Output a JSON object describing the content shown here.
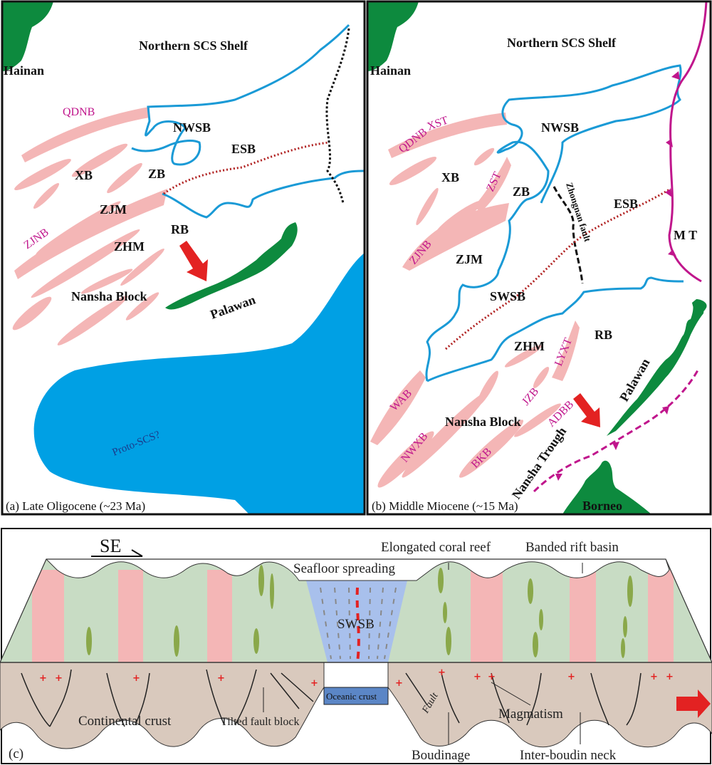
{
  "colors": {
    "basin": "#f4b6b6",
    "land": "#0d8a3e",
    "shelf_line": "#1a9ad6",
    "ocean": "#00a0e4",
    "ocean_label": "#1a3c8c",
    "esb_line": "#b02020",
    "trench": "#c0168c",
    "arrow": "#e32222",
    "platform": "#c8dcc4",
    "reef": "#8aa84a",
    "swsb": "#a8c0ec",
    "crust": "#d9c9bd",
    "oceanic_crust": "#5b86c6"
  },
  "panel_a": {
    "caption": "(a) Late Oligocene (~23 Ma)",
    "hainan": "Hainan",
    "shelf": "Northern SCS Shelf",
    "qdnb": "QDNB",
    "nwsb": "NWSB",
    "esb": "ESB",
    "xb": "XB",
    "zb": "ZB",
    "zjm": "ZJM",
    "zjnb": "ZJNB",
    "rb": "RB",
    "zhm": "ZHM",
    "nansha_block": "Nansha Block",
    "palawan": "Palawan",
    "proto_scs": "Proto-SCS?"
  },
  "panel_b": {
    "caption": "(b) Middle Miocene (~15 Ma)",
    "hainan": "Hainan",
    "shelf": "Northern SCS Shelf",
    "qdnb": "QDNB",
    "xst": "XST",
    "nwsb": "NWSB",
    "xb": "XB",
    "zst": "ZST",
    "zb": "ZB",
    "zhongnan_fault": "Zhongnan fault",
    "esb": "ESB",
    "mt": "M T",
    "zjnb": "ZJNB",
    "zjm": "ZJM",
    "swsb": "SWSB",
    "zhm": "ZHM",
    "rb": "RB",
    "lyxt": "LYXT",
    "wab": "WAB",
    "jzb": "JZB",
    "adbb": "ADBB",
    "nansha_block": "Nansha Block",
    "nwxb": "NWXB",
    "bkb": "BKB",
    "palawan": "Palawan",
    "nansha_trough": "Nansha Trough",
    "borneo": "Borneo"
  },
  "panel_c": {
    "caption": "(c)",
    "direction": "SE",
    "coral_reef": "Elongated coral reef",
    "rift_basin": "Banded rift basin",
    "seafloor_spreading": "Seafloor spreading",
    "swsb": "SWSB",
    "oceanic_crust": "Oceanic crust",
    "continental_crust": "Continental crust",
    "tilted_block": "Tilted fault block",
    "fault": "Fault",
    "magmatism": "Magmatism",
    "boudinage": "Boudinage",
    "neck": "Inter-boudin neck"
  }
}
